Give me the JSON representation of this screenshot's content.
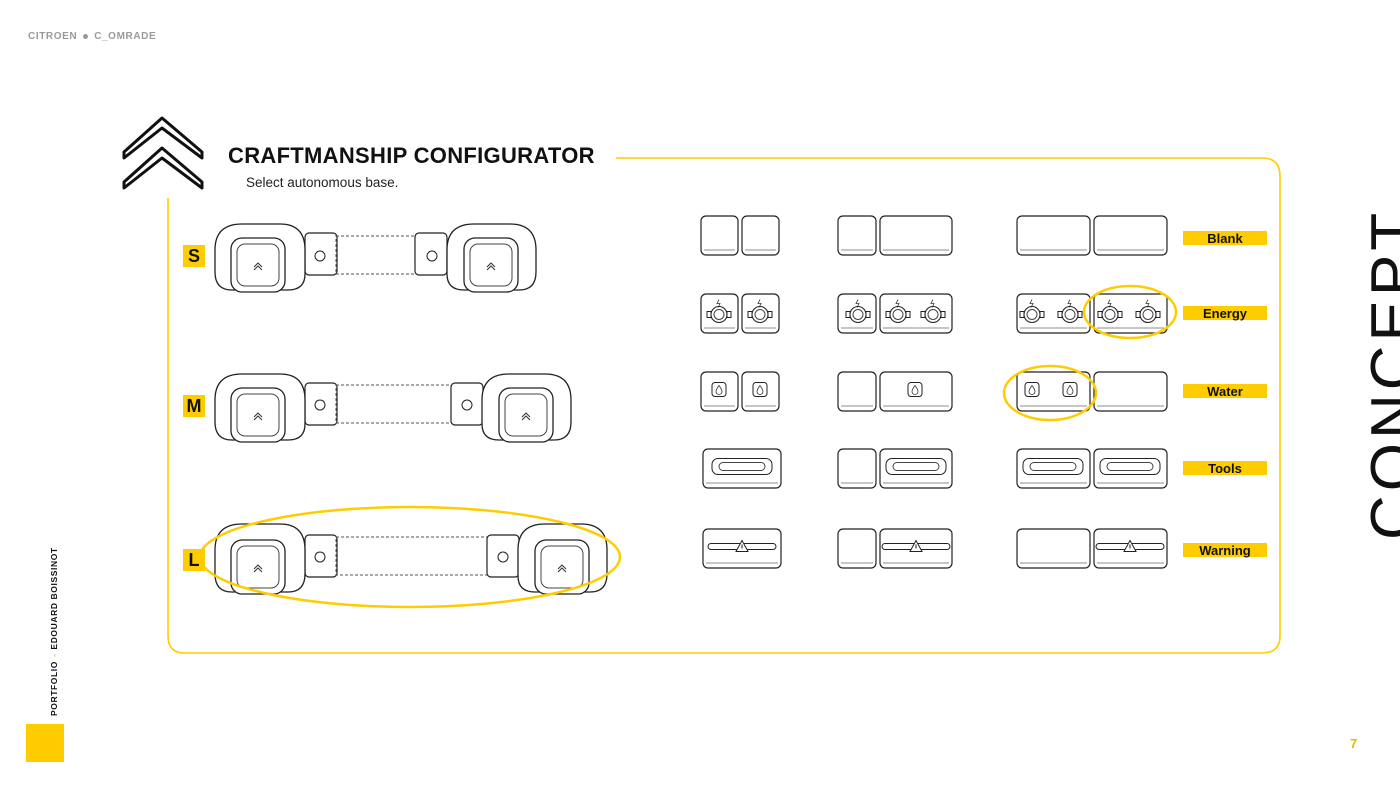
{
  "header": {
    "brand": "CITROEN",
    "project": "C_OMRADE"
  },
  "title": "CRAFTMANSHIP CONFIGURATOR",
  "subtitle": "Select autonomous base.",
  "sizes": [
    "S",
    "M",
    "L"
  ],
  "categories": [
    "Blank",
    "Energy",
    "Water",
    "Tools",
    "Warning"
  ],
  "side_text": {
    "portfolio": "PORTFOLIO",
    "separator": "-",
    "author": "EDOUARD BOISSINOT"
  },
  "concept": "CONCEPT",
  "page_number": "7",
  "colors": {
    "accent": "#ffcc00",
    "line": "#222222",
    "header_gray": "#9a9a9a"
  }
}
